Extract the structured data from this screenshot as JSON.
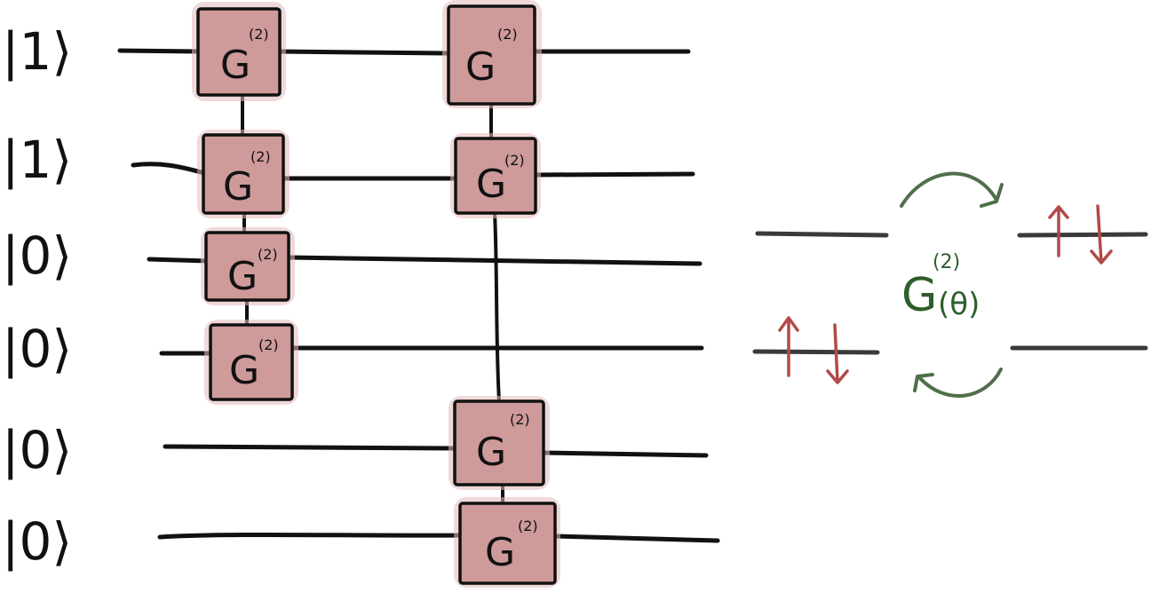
{
  "qubits": [
    {
      "ket": "|1⟩"
    },
    {
      "ket": "|1⟩"
    },
    {
      "ket": "|0⟩"
    },
    {
      "ket": "|0⟩"
    },
    {
      "ket": "|0⟩"
    },
    {
      "ket": "|0⟩"
    }
  ],
  "gate": {
    "symbol": "G",
    "superscript": "(2)"
  },
  "gates_column_1": [
    1,
    2,
    3,
    4
  ],
  "gates_column_2": [
    1,
    2,
    5,
    6
  ],
  "legend": {
    "gate_symbol": "G",
    "gate_superscript": "(2)",
    "gate_argument": "(θ)",
    "spin_up_arrow": "↑",
    "spin_down_arrow": "↓",
    "arrow_color": "#4f6f4a",
    "spin_color": "#b24a4a",
    "text_color": "#2d5e2d"
  },
  "colors": {
    "gate_fill": "#cf9a9a",
    "wire": "#111111"
  }
}
